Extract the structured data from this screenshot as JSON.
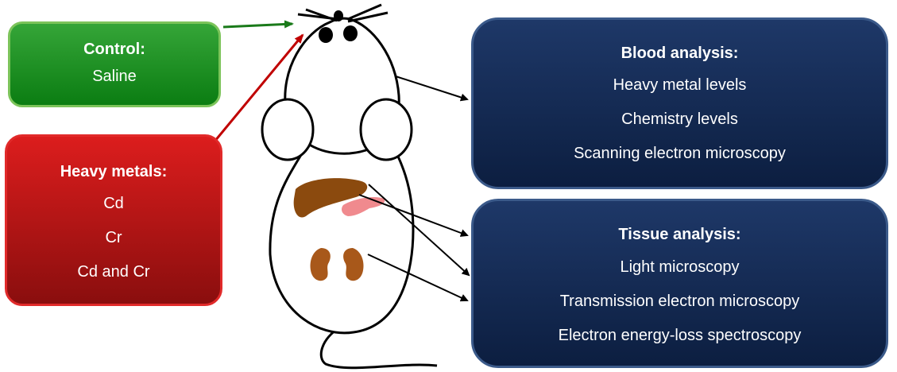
{
  "control": {
    "title": "Control:",
    "items": [
      "Saline"
    ],
    "color": "#1f9426"
  },
  "heavy_metals": {
    "title": "Heavy metals:",
    "items": [
      "Cd",
      "Cr",
      "Cd and Cr"
    ],
    "color": "#c81414"
  },
  "blood_analysis": {
    "title": "Blood analysis:",
    "items": [
      "Heavy metal levels",
      "Chemistry levels",
      "Scanning electron microscopy"
    ],
    "color": "#162c55"
  },
  "tissue_analysis": {
    "title": "Tissue analysis:",
    "items": [
      "Light microscopy",
      "Transmission electron microscopy",
      "Electron energy-loss spectroscopy"
    ],
    "color": "#162c55"
  },
  "organs": {
    "liver_color": "#8b4a0e",
    "pancreas_color": "#f08a8e",
    "kidney_color": "#a8581a"
  }
}
